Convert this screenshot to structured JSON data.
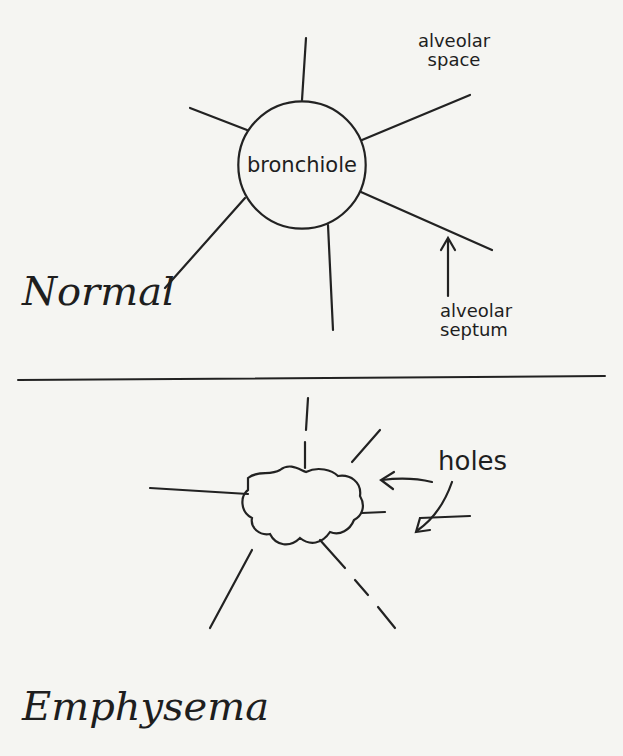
{
  "diagram": {
    "nodes": [
      {
        "text": [
          "bronchiole"
        ]
      }
    ],
    "labels": [
      "alveolar space",
      "alveolar septum",
      "Normal",
      "holes",
      "Emphysema"
    ]
  }
}
